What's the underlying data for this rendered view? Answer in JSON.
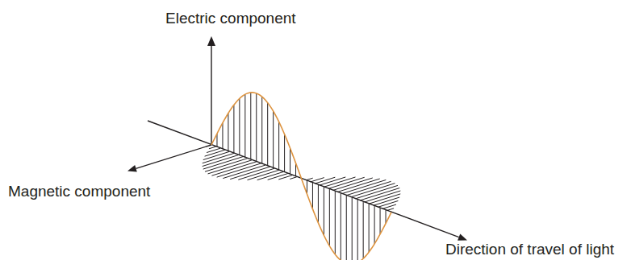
{
  "diagram": {
    "labels": [
      "Electric component",
      "Magnetic component",
      "Direction of travel of light"
    ]
  }
}
